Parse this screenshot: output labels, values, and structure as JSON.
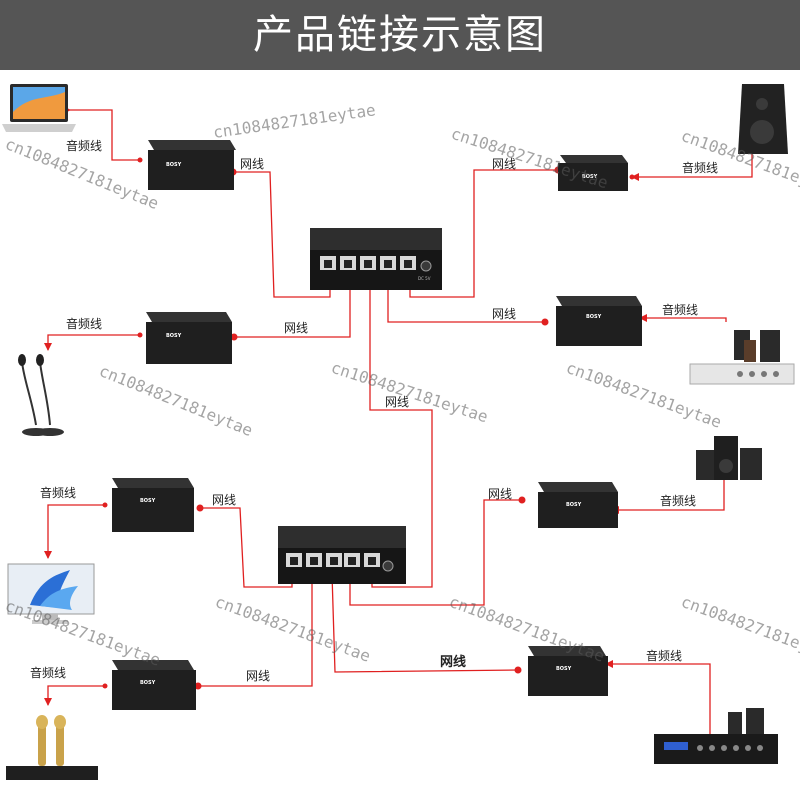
{
  "title": "产品链接示意图",
  "labels": {
    "audio_cable": "音频线",
    "network_cable": "网线"
  },
  "watermark": "cn1084827181eytae",
  "switch_label": "DC 5V",
  "device_brand": "BOSY",
  "colors": {
    "banner": "#555555",
    "wire": "#e02020",
    "device": "#1f1f1f"
  }
}
